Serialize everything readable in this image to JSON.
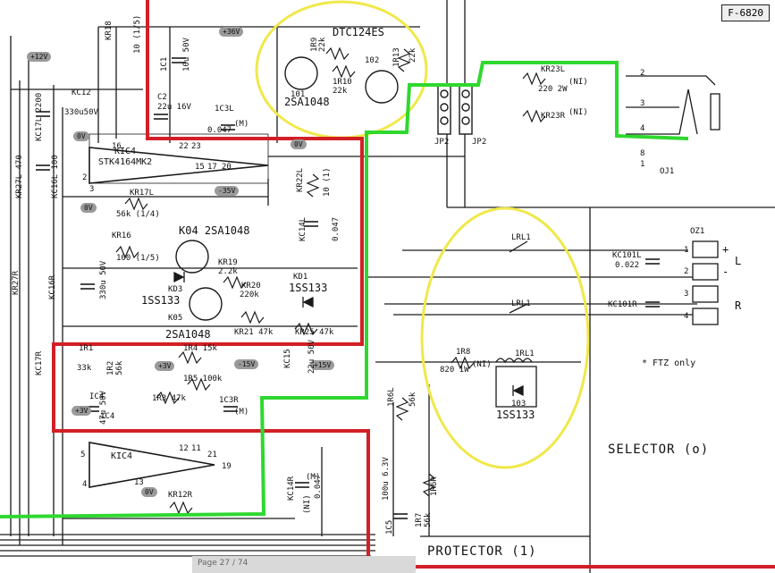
{
  "page_number": "F-6820",
  "sections": {
    "selector": "SELECTOR (o)",
    "protector": "PROTECTOR (1)",
    "ftz_note": "* FTZ only"
  },
  "rails": {
    "p12v": "+12V",
    "p36v": "+36V",
    "zero_v": "0V",
    "zero_v2": "0V",
    "m35v": "-35V",
    "p3v": "+3V",
    "m15v": "-15V",
    "p15v": "+15V",
    "p3v_b": "+3V",
    "zero_v3": "0V",
    "zero_v4": "0V"
  },
  "ics": {
    "kic4": "KIC4",
    "kic4_part": "STK4164MK2",
    "ic4": "IC4",
    "kic4_b": "KIC4",
    "dtc": "DTC124ES"
  },
  "transistors": {
    "q101": "101",
    "q102": "102",
    "part": "2SA1048",
    "k04": "K04 2SA1048",
    "k05": "K05",
    "k05_part": "2SA1048"
  },
  "diodes": {
    "kd3": "KD3",
    "kd3_part": "1SS133",
    "kd1": "KD1",
    "kd1_part": "1SS133",
    "d103": "103",
    "d103_part": "1SS133"
  },
  "resistors": {
    "kr18": "KR18",
    "kr18_val": "10 (1/5)",
    "r9": "1R9",
    "r9_val": "22k",
    "r10": "1R10",
    "r10_val": "22k",
    "r13": "1R13",
    "r13_val": "22k",
    "kr23l": "KR23L",
    "kr23l_val": "220 2W",
    "kr23r": "KR23R",
    "kr17l": "KR17L",
    "kr17l_val": "56k (1/4)",
    "kr27l": "KR27L 470",
    "kr22l": "KR22L",
    "kr22l_val": "10 (1)",
    "kr19": "KR19",
    "kr19_val": "2.2k",
    "kr20": "KR20",
    "kr20_val": "220k",
    "kr21": "KR21 47k",
    "kr25": "KR25 47k",
    "kr27r": "KR27R",
    "kr16": "KR16",
    "kr16_val": "100 (1/5)",
    "r1": "1R1",
    "r1_val": "33k",
    "r2": "1R2",
    "r2_val": "56k",
    "r4": "1R4 15k",
    "r5": "1R5 100k",
    "r3": "1R3 47k",
    "r8": "1R8",
    "r8_val": "820 1W",
    "r6l": "1R6L",
    "r6l_val": "56k",
    "r6r": "1R6R",
    "r7": "1R7",
    "r7_val": "56k",
    "kr12r": "KR12R"
  },
  "capacitors": {
    "kc12": "KC12",
    "kc12_val": "330u50V",
    "kc17l": "KC17L 2200",
    "kc16l": "KC16L 100",
    "c1": "1C1",
    "c1_val": "10u 50V",
    "c2": "C2",
    "c2_val": "22u 16V",
    "c3l": "1C3L",
    "c3l_val": "0.047",
    "kc14l": "KC14L",
    "kc14l_val": "0.047",
    "kc16r": "KC16R",
    "kc16r_val": "330u 50V",
    "kc17r": "KC17R",
    "c4": "1C4",
    "c4_val": "47u 50V",
    "c3r": "1C3R",
    "kc15": "KC15",
    "kc15_val": "22u 50V",
    "kc14r": "KC14R",
    "kc14r_val": "0.047",
    "c5": "1C5",
    "c5_val": "100u 6.3V",
    "kc101l": "KC101L",
    "kc101l_val": "0.022",
    "kc101r": "KC101R"
  },
  "connectors": {
    "jp2a": "JP2",
    "jp2b": "JP2",
    "oj1": "OJ1",
    "oz1": "OZ1",
    "out_l": "L",
    "out_r": "R",
    "plus": "+",
    "minus": "-"
  },
  "relays": {
    "lrl1": "LRL1",
    "lrl1b": "LRL1",
    "rl1": "1RL1"
  },
  "pins": {
    "p16": "16",
    "p22": "22",
    "p23": "23",
    "p15": "15",
    "p17": "17",
    "p20": "20",
    "p2": "2",
    "p3": "3",
    "p5": "5",
    "p4": "4",
    "p13": "13",
    "p12": "12",
    "p11": "11",
    "p21": "21",
    "p19": "19",
    "oj_2": "2",
    "oj_3": "3",
    "oj_4": "4",
    "oj_8": "8",
    "oj_1": "1",
    "oz_1": "1",
    "oz_2": "2",
    "oz_3": "3",
    "oz_4": "4"
  },
  "badges": {
    "ni": "(NI)",
    "ni2": "(NI)",
    "ni3": "(NI)",
    "ni4": "(NI)",
    "m": "(M)",
    "m2": "(M)",
    "m3": "(M)"
  },
  "footer": "Page  27  /  74",
  "colors": {
    "line": "#1a1a1a",
    "red": "#d21f26",
    "green": "#2fd82f",
    "yellow": "#f0e84a",
    "badge": "#9a9a9a"
  }
}
